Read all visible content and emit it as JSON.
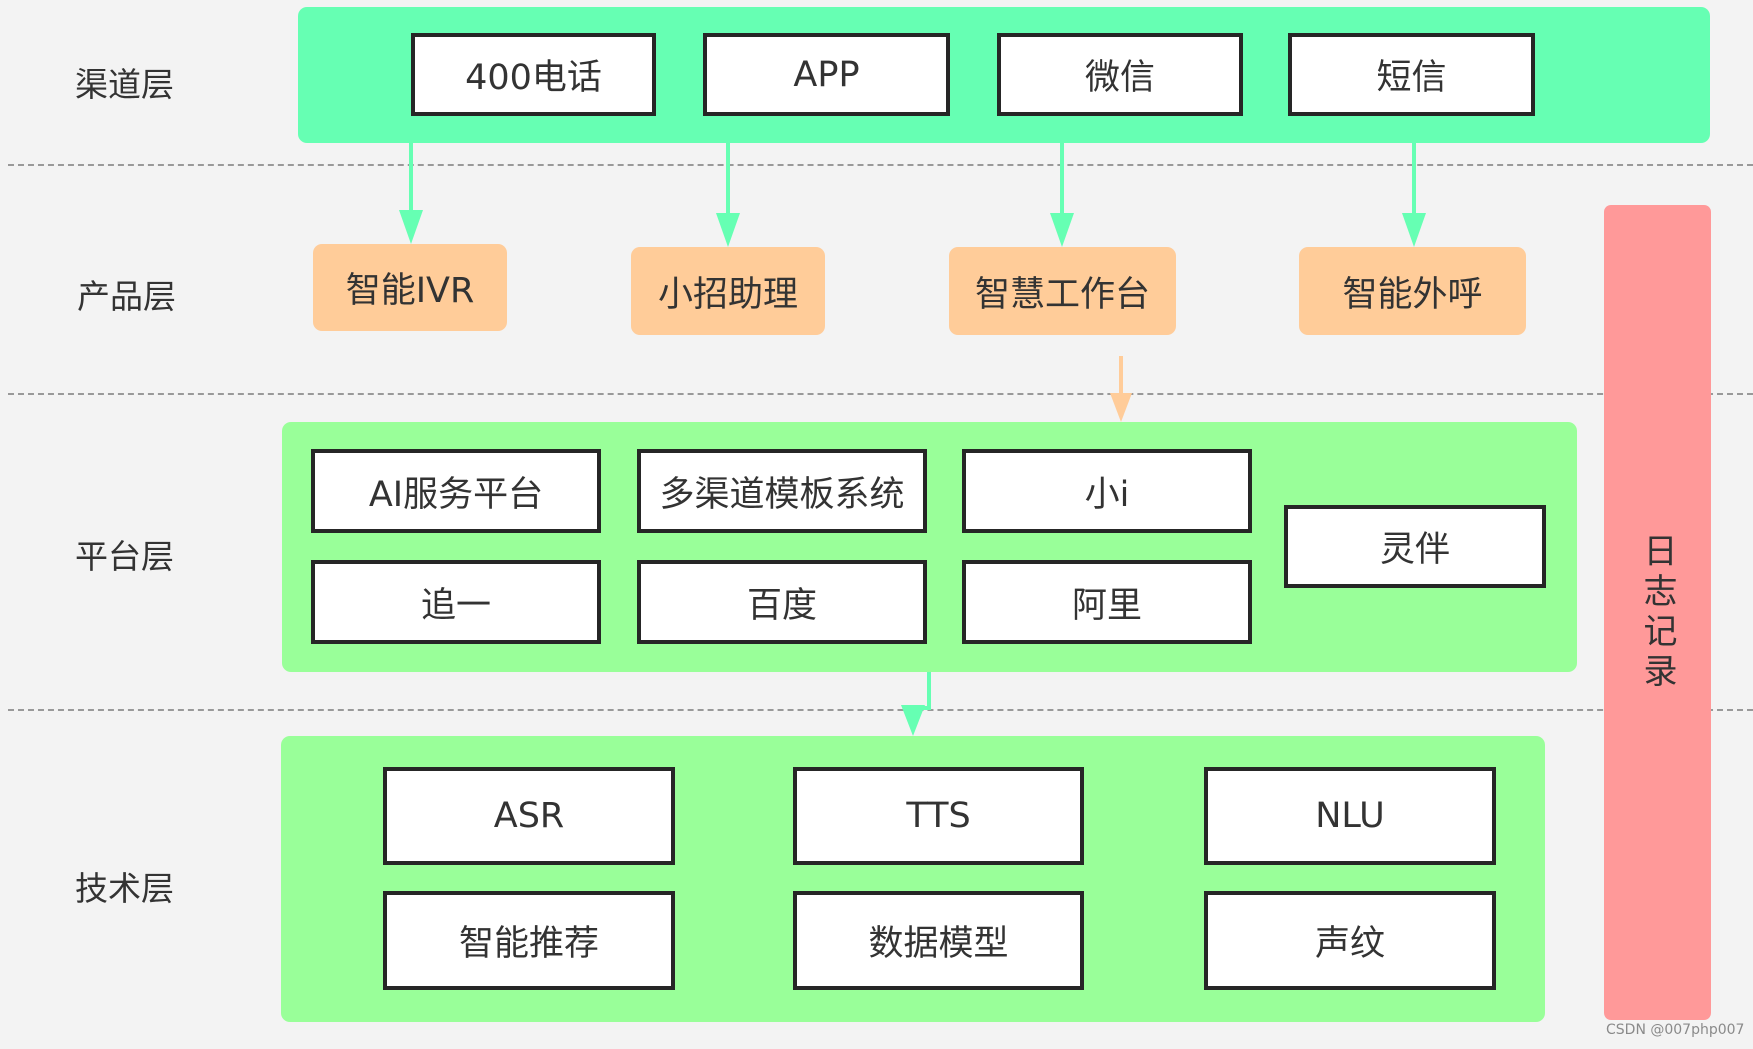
{
  "layers": {
    "channel": "渠道层",
    "product": "产品层",
    "platform": "平台层",
    "tech": "技术层"
  },
  "channel_items": [
    "400电话",
    "APP",
    "微信",
    "短信"
  ],
  "product_items": [
    "智能IVR",
    "小招助理",
    "智慧工作台",
    "智能外呼"
  ],
  "platform_items": {
    "row1": [
      "AI服务平台",
      "多渠道模板系统",
      "小i"
    ],
    "row2": [
      "追一",
      "百度",
      "阿里"
    ],
    "side": "灵伴"
  },
  "tech_items": {
    "row1": [
      "ASR",
      "TTS",
      "NLU"
    ],
    "row2": [
      "智能推荐",
      "数据模型",
      "声纹"
    ]
  },
  "log_label": "日志记录",
  "watermark": "CSDN @007php007",
  "colors": {
    "channel_band": "#66ffb3",
    "platform_band": "#99ff99",
    "product_box": "#ffcc99",
    "log_bar": "#ff9999",
    "green_arrow": "#66ffb3",
    "orange_arrow": "#ffcc99"
  }
}
